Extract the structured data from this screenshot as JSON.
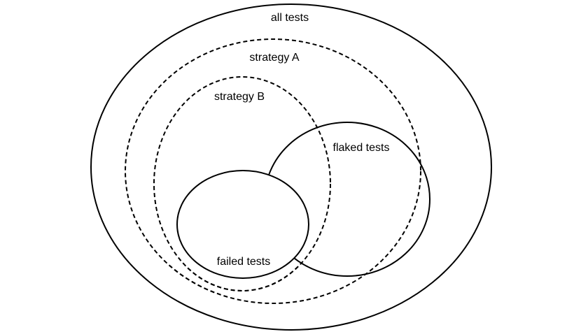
{
  "diagram": {
    "sets": {
      "all_tests": {
        "label": "all tests"
      },
      "strategy_a": {
        "label": "strategy A"
      },
      "strategy_b": {
        "label": "strategy B"
      },
      "flaked_tests": {
        "label": "flaked tests"
      },
      "failed_tests": {
        "label": "failed tests"
      }
    },
    "colors": {
      "stroke": "#000000",
      "background": "#ffffff",
      "text": "#000000"
    }
  }
}
